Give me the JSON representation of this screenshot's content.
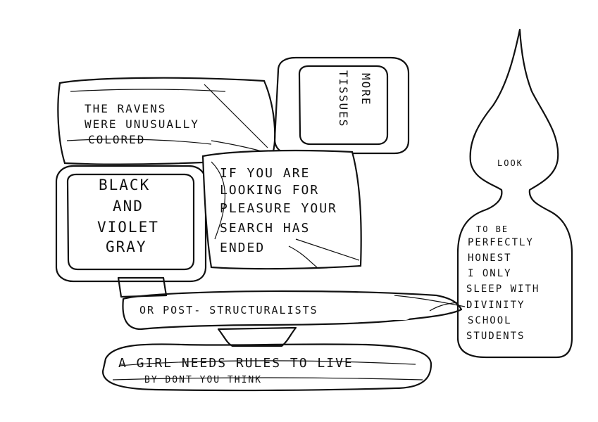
{
  "panels": {
    "ravens": {
      "lines": [
        "THE RAVENS",
        "WERE UNUSUALLY",
        "COLORED"
      ]
    },
    "tissues": {
      "lines": [
        "MORE",
        "TISSUES"
      ]
    },
    "colors": {
      "lines": [
        "BLACK",
        "AND",
        "VIOLET",
        "GRAY"
      ]
    },
    "pleasure": {
      "lines": [
        "IF YOU ARE",
        "LOOKING FOR",
        "PLEASURE YOUR",
        "SEARCH HAS",
        "ENDED"
      ]
    },
    "post": {
      "lines": [
        "OR POST- STRUCTURALISTS"
      ]
    },
    "rules": {
      "lines": [
        "A GIRL NEEDS RULES TO LIVE",
        "BY DONT YOU THINK"
      ]
    },
    "look": {
      "lines": [
        "LOOK"
      ]
    },
    "honest": {
      "lines": [
        "TO BE",
        "PERFECTLY",
        "HONEST",
        "I ONLY",
        "SLEEP WITH",
        "DIVINITY",
        "SCHOOL",
        "STUDENTS"
      ]
    }
  },
  "colors": {
    "ink": "#111111",
    "paper": "#ffffff"
  }
}
